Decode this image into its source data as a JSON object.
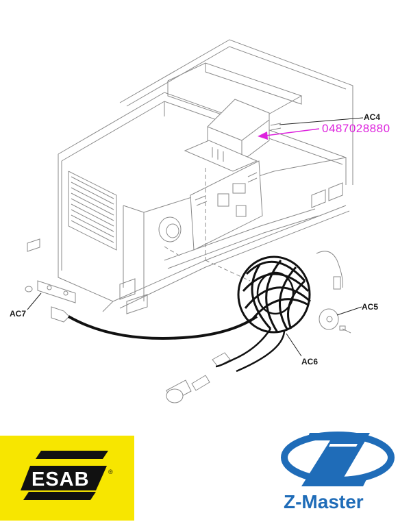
{
  "diagram": {
    "callouts": {
      "ac4": "AC4",
      "ac5": "AC5",
      "ac6": "AC6",
      "ac7": "AC7"
    },
    "part_number": "0487028880",
    "line_color": "#777777",
    "accent_color": "#dd22dd"
  },
  "branding": {
    "esab_name": "ESAB",
    "esab_registered": "®",
    "esab_yellow": "#f7e600",
    "zmaster_name": "Z-Master",
    "zmaster_blue": "#1f6cb8"
  }
}
